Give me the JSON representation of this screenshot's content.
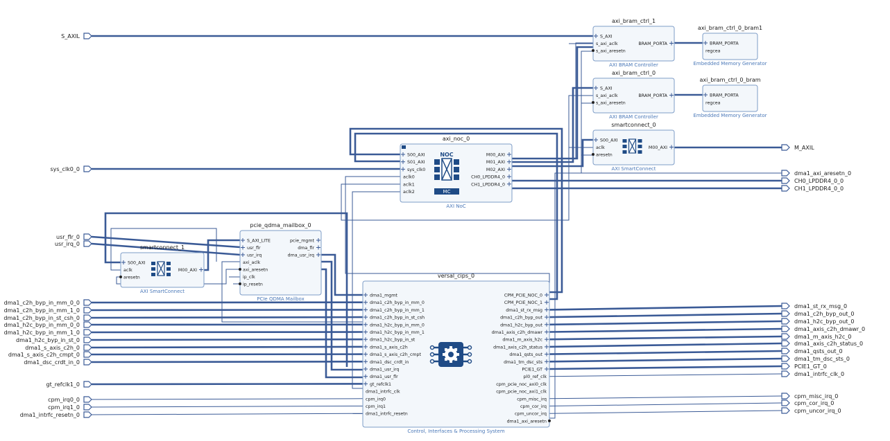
{
  "colors": {
    "wire": "#3a5a96",
    "block_fill": "#f3f7fb",
    "block_stroke": "#7d9cc7",
    "port_stroke": "#3a5a96",
    "text": "#1a1a1a",
    "subtitle": "#4a78b8",
    "noc_fill": "#1f4b86"
  },
  "left_ports": [
    {
      "id": "S_AXIL",
      "label": "S_AXIL",
      "bus": true
    },
    {
      "id": "sys_clk0_0",
      "label": "sys_clk0_0",
      "bus": true
    },
    {
      "id": "usr_flr_0",
      "label": "usr_flr_0",
      "bus": true
    },
    {
      "id": "usr_irq_0",
      "label": "usr_irq_0",
      "bus": true
    },
    {
      "id": "l_c2h_mm0",
      "label": "dma1_c2h_byp_in_mm_0_0",
      "bus": true
    },
    {
      "id": "l_c2h_mm1",
      "label": "dma1_c2h_byp_in_mm_1_0",
      "bus": true
    },
    {
      "id": "l_c2h_csh",
      "label": "dma1_c2h_byp_in_st_csh_0",
      "bus": true
    },
    {
      "id": "l_h2c_mm0",
      "label": "dma1_h2c_byp_in_mm_0_0",
      "bus": true
    },
    {
      "id": "l_h2c_mm1",
      "label": "dma1_h2c_byp_in_mm_1_0",
      "bus": true
    },
    {
      "id": "l_h2c_st",
      "label": "dma1_h2c_byp_in_st_0",
      "bus": true
    },
    {
      "id": "l_c2h",
      "label": "dma1_s_axis_c2h_0",
      "bus": true
    },
    {
      "id": "l_cmpt",
      "label": "dma1_s_axis_c2h_cmpt_0",
      "bus": true
    },
    {
      "id": "l_dsc",
      "label": "dma1_dsc_crdt_in_0",
      "bus": true
    },
    {
      "id": "gt_refclk1_0",
      "label": "gt_refclk1_0",
      "bus": true
    },
    {
      "id": "cpm_irq0_0",
      "label": "cpm_irq0_0",
      "bus": false
    },
    {
      "id": "cpm_irq1_0",
      "label": "cpm_irq1_0",
      "bus": false
    },
    {
      "id": "dma1_intrfc_resetn_0",
      "label": "dma1_intrfc_resetn_0",
      "bus": false
    }
  ],
  "right_ports": [
    {
      "id": "M_AXIL",
      "label": "M_AXIL",
      "bus": true
    },
    {
      "id": "dma1_axi_aresetn_0",
      "label": "dma1_axi_aresetn_0",
      "bus": false
    },
    {
      "id": "CH0_LPDDR4_0_0",
      "label": "CH0_LPDDR4_0_0",
      "bus": true
    },
    {
      "id": "CH1_LPDDR4_0_0",
      "label": "CH1_LPDDR4_0_0",
      "bus": true
    },
    {
      "id": "r_st_rx",
      "label": "dma1_st_rx_msg_0",
      "bus": true
    },
    {
      "id": "r_c2h_out",
      "label": "dma1_c2h_byp_out_0",
      "bus": true
    },
    {
      "id": "r_h2c_out",
      "label": "dma1_h2c_byp_out_0",
      "bus": true
    },
    {
      "id": "r_dmawr",
      "label": "dma1_axis_c2h_dmawr_0",
      "bus": true
    },
    {
      "id": "r_maxis",
      "label": "dma1_m_axis_h2c_0",
      "bus": true
    },
    {
      "id": "r_status",
      "label": "dma1_axis_c2h_status_0",
      "bus": true
    },
    {
      "id": "r_qsts",
      "label": "dma1_qsts_out_0",
      "bus": true
    },
    {
      "id": "r_tm",
      "label": "dma1_tm_dsc_sts_0",
      "bus": true
    },
    {
      "id": "PCIE1_GT_0",
      "label": "PCIE1_GT_0",
      "bus": true
    },
    {
      "id": "dma1_intrfc_clk_0",
      "label": "dma1_intrfc_clk_0",
      "bus": false
    },
    {
      "id": "cpm_misc_irq_0",
      "label": "cpm_misc_irq_0",
      "bus": false
    },
    {
      "id": "cpm_cor_irq_0",
      "label": "cpm_cor_irq_0",
      "bus": false
    },
    {
      "id": "cpm_uncor_irq_0",
      "label": "cpm_uncor_irq_0",
      "bus": false
    }
  ],
  "blocks": [
    {
      "id": "axi_bram_ctrl_1",
      "title": "axi_bram_ctrl_1",
      "subtitle": "AXI BRAM Controller",
      "kind": "generic",
      "left": [
        {
          "label": "S_AXI",
          "bus": true
        },
        {
          "label": "s_axi_aclk"
        },
        {
          "label": "s_axi_aresetn",
          "inv": true
        }
      ],
      "right": [
        {
          "label": "BRAM_PORTA",
          "bus": true
        }
      ]
    },
    {
      "id": "axi_bram_ctrl_0_bram1",
      "title": "axi_bram_ctrl_0_bram1",
      "subtitle": "Embedded Memory Generator",
      "kind": "generic",
      "left": [
        {
          "label": "BRAM_PORTA",
          "bus": true
        },
        {
          "label": "regcea"
        }
      ],
      "right": []
    },
    {
      "id": "axi_bram_ctrl_0",
      "title": "axi_bram_ctrl_0",
      "subtitle": "AXI BRAM Controller",
      "kind": "generic",
      "left": [
        {
          "label": "S_AXI",
          "bus": true
        },
        {
          "label": "s_axi_aclk"
        },
        {
          "label": "s_axi_aresetn",
          "inv": true
        }
      ],
      "right": [
        {
          "label": "BRAM_PORTA",
          "bus": true
        }
      ]
    },
    {
      "id": "axi_bram_ctrl_0_bram",
      "title": "axi_bram_ctrl_0_bram",
      "subtitle": "Embedded Memory Generator",
      "kind": "generic",
      "left": [
        {
          "label": "BRAM_PORTA",
          "bus": true
        },
        {
          "label": "regcea"
        }
      ],
      "right": []
    },
    {
      "id": "smartconnect_0",
      "title": "smartconnect_0",
      "subtitle": "AXI SmartConnect",
      "kind": "smartconnect",
      "left": [
        {
          "label": "S00_AXI",
          "bus": true
        },
        {
          "label": "aclk"
        },
        {
          "label": "aresetn",
          "inv": true
        }
      ],
      "right": [
        {
          "label": "M00_AXI",
          "bus": true
        }
      ]
    },
    {
      "id": "axi_noc_0",
      "title": "axi_noc_0",
      "subtitle": "AXI NoC",
      "kind": "noc",
      "noc_label": "NOC",
      "mc_label": "MC",
      "left": [
        {
          "label": "S00_AXI",
          "bus": true
        },
        {
          "label": "S01_AXI",
          "bus": true
        },
        {
          "label": "sys_clk0",
          "bus": true
        },
        {
          "label": "aclk0"
        },
        {
          "label": "aclk1"
        },
        {
          "label": "aclk2"
        }
      ],
      "right": [
        {
          "label": "M00_AXI",
          "bus": true
        },
        {
          "label": "M01_AXI",
          "bus": true
        },
        {
          "label": "M02_AXI",
          "bus": true
        },
        {
          "label": "CH0_LPDDR4_0",
          "bus": true
        },
        {
          "label": "CH1_LPDDR4_0",
          "bus": true
        }
      ]
    },
    {
      "id": "pcie_qdma_mailbox_0",
      "title": "pcie_qdma_mailbox_0",
      "subtitle": "PCIe QDMA Mailbox",
      "kind": "generic",
      "left": [
        {
          "label": "S_AXI_LITE",
          "bus": true
        },
        {
          "label": "usr_flr",
          "bus": true
        },
        {
          "label": "usr_irq",
          "bus": true
        },
        {
          "label": "axi_aclk"
        },
        {
          "label": "axi_aresetn",
          "inv": true
        },
        {
          "label": "ip_clk"
        },
        {
          "label": "ip_resetn",
          "inv": true
        }
      ],
      "right": [
        {
          "label": "pcie_mgmt",
          "bus": true
        },
        {
          "label": "dma_flr",
          "bus": true
        },
        {
          "label": "dma_usr_irq",
          "bus": true
        }
      ]
    },
    {
      "id": "smartconnect_1",
      "title": "smartconnect_1",
      "subtitle": "AXI SmartConnect",
      "kind": "smartconnect",
      "left": [
        {
          "label": "S00_AXI",
          "bus": true
        },
        {
          "label": "aclk"
        },
        {
          "label": "aresetn",
          "inv": true
        }
      ],
      "right": [
        {
          "label": "M00_AXI",
          "bus": true
        }
      ]
    },
    {
      "id": "versal_cips_0",
      "title": "versal_cips_0",
      "subtitle": "Control, Interfaces & Processing System",
      "kind": "cips",
      "left": [
        {
          "label": "dma1_mgmt",
          "bus": true
        },
        {
          "label": "dma1_c2h_byp_in_mm_0",
          "bus": true
        },
        {
          "label": "dma1_c2h_byp_in_mm_1",
          "bus": true
        },
        {
          "label": "dma1_c2h_byp_in_st_csh",
          "bus": true
        },
        {
          "label": "dma1_h2c_byp_in_mm_0",
          "bus": true
        },
        {
          "label": "dma1_h2c_byp_in_mm_1",
          "bus": true
        },
        {
          "label": "dma1_h2c_byp_in_st",
          "bus": true
        },
        {
          "label": "dma1_s_axis_c2h",
          "bus": true
        },
        {
          "label": "dma1_s_axis_c2h_cmpt",
          "bus": true
        },
        {
          "label": "dma1_dsc_crdt_in",
          "bus": true
        },
        {
          "label": "dma1_usr_irq",
          "bus": true
        },
        {
          "label": "dma1_usr_flr",
          "bus": true
        },
        {
          "label": "gt_refclk1",
          "bus": true
        },
        {
          "label": "dma1_intrfc_clk"
        },
        {
          "label": "cpm_irq0"
        },
        {
          "label": "cpm_irq1"
        },
        {
          "label": "dma1_intrfc_resetn"
        }
      ],
      "right": [
        {
          "label": "CPM_PCIE_NOC_0",
          "bus": true
        },
        {
          "label": "CPM_PCIE_NOC_1",
          "bus": true
        },
        {
          "label": "dma1_st_rx_msg",
          "bus": true
        },
        {
          "label": "dma1_c2h_byp_out",
          "bus": true
        },
        {
          "label": "dma1_h2c_byp_out",
          "bus": true
        },
        {
          "label": "dma1_axis_c2h_dmawr",
          "bus": true
        },
        {
          "label": "dma1_m_axis_h2c",
          "bus": true
        },
        {
          "label": "dma1_axis_c2h_status",
          "bus": true
        },
        {
          "label": "dma1_qsts_out",
          "bus": true
        },
        {
          "label": "dma1_tm_dsc_sts",
          "bus": true
        },
        {
          "label": "PCIE1_GT",
          "bus": true
        },
        {
          "label": "pl0_ref_clk"
        },
        {
          "label": "cpm_pcie_noc_axi0_clk"
        },
        {
          "label": "cpm_pcie_noc_axi1_clk"
        },
        {
          "label": "cpm_misc_irq"
        },
        {
          "label": "cpm_cor_irq"
        },
        {
          "label": "cpm_uncor_irq"
        },
        {
          "label": "dma1_axi_aresetn",
          "inv": true
        }
      ]
    }
  ]
}
